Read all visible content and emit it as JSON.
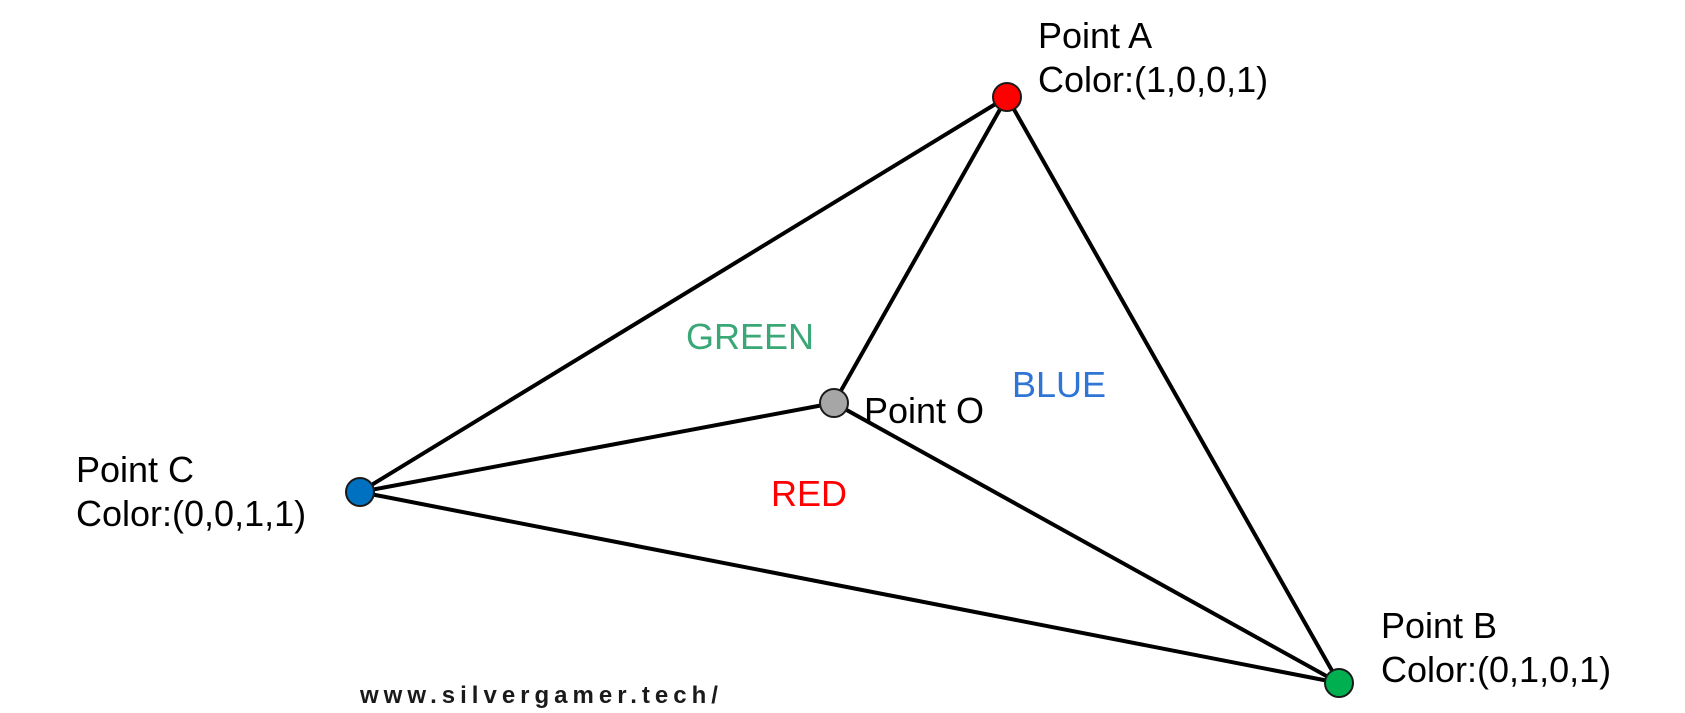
{
  "points": {
    "a": {
      "name": "Point A",
      "color_label": "Color:(1,0,0,1)",
      "fill": "#ff0000"
    },
    "b": {
      "name": "Point B",
      "color_label": "Color:(0,1,0,1)",
      "fill": "#00b050"
    },
    "c": {
      "name": "Point C",
      "color_label": "Color:(0,0,1,1)",
      "fill": "#0070c0"
    },
    "o": {
      "name": "Point O",
      "fill": "#a6a6a6"
    }
  },
  "regions": {
    "green": {
      "label": "GREEN",
      "color": "#3aa776"
    },
    "blue": {
      "label": "BLUE",
      "color": "#2e75d6"
    },
    "red": {
      "label": "RED",
      "color": "#ff0000"
    }
  },
  "watermark": "www.silvergamer.tech/"
}
